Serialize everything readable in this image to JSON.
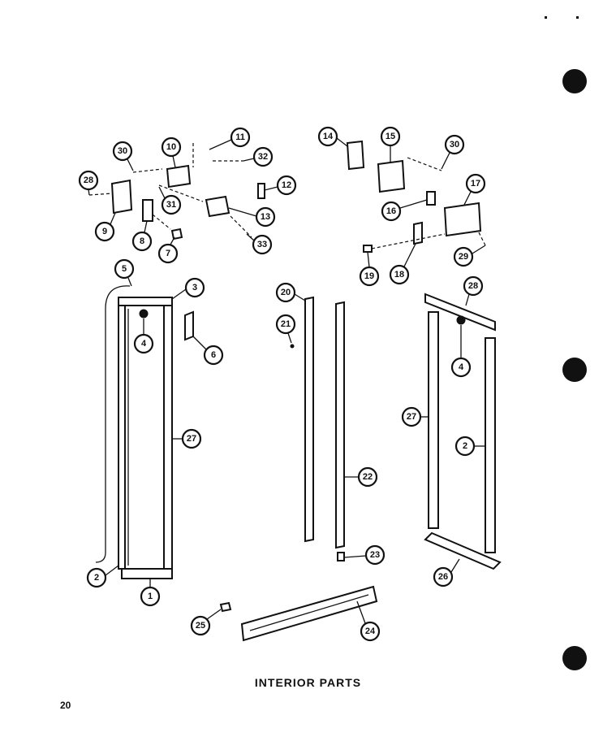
{
  "caption": "INTERIOR PARTS",
  "page_number": "20",
  "callouts": {
    "c1": "1",
    "c2a": "2",
    "c2b": "2",
    "c3": "3",
    "c4a": "4",
    "c4b": "4",
    "c5": "5",
    "c6": "6",
    "c7": "7",
    "c8": "8",
    "c9": "9",
    "c10": "10",
    "c11": "11",
    "c12": "12",
    "c13": "13",
    "c14": "14",
    "c15": "15",
    "c16": "16",
    "c17": "17",
    "c18": "18",
    "c19": "19",
    "c20": "20",
    "c21": "21",
    "c22": "22",
    "c23": "23",
    "c24": "24",
    "c25": "25",
    "c26": "26",
    "c27a": "27",
    "c27b": "27",
    "c28a": "28",
    "c28b": "28",
    "c29": "29",
    "c30a": "30",
    "c30b": "30",
    "c31": "31",
    "c32": "32",
    "c33": "33"
  }
}
